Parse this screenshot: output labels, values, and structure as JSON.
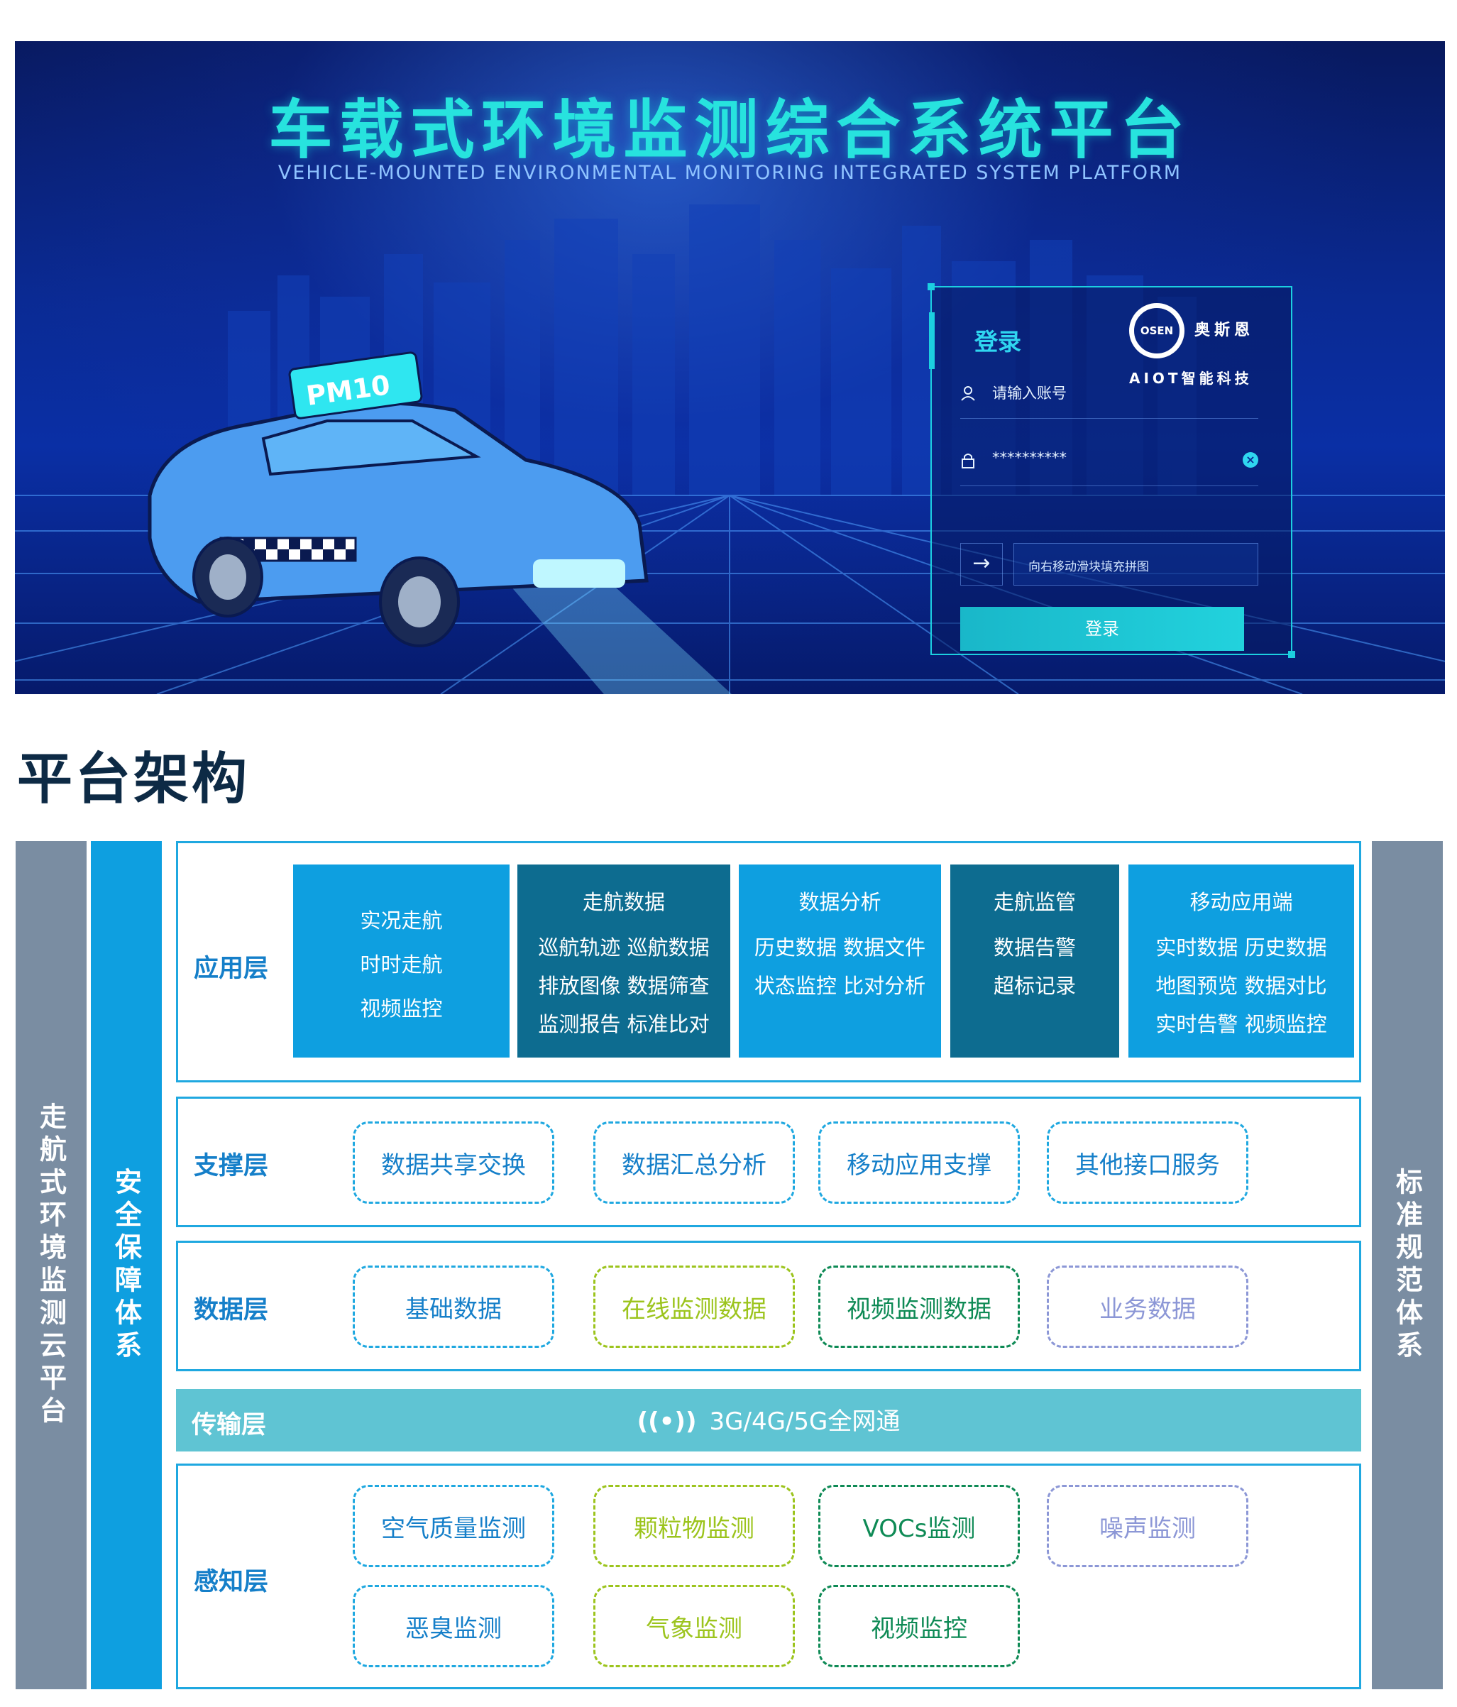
{
  "banner": {
    "title": "车载式环境监测综合系统平台",
    "subtitle": "VEHICLE-MOUNTED ENVIRONMENTAL MONITORING INTEGRATED SYSTEM PLATFORM",
    "car_sign": "PM10",
    "login": {
      "heading": "登录",
      "logo_text": "OSEN",
      "brand_cn": "奥斯恩",
      "brand_en": "AIOT智能科技",
      "account_placeholder": "请输入账号",
      "password_value": "**********",
      "slider_hint": "向右移动滑块填充拼图",
      "submit_label": "登录"
    }
  },
  "section_title": "平台架构",
  "side_bars": {
    "left_outer": "走航式环境监测云平台",
    "left_inner": "安全保障体系",
    "right": "标准规范体系"
  },
  "layers": {
    "application": {
      "label": "应用层",
      "cards": [
        {
          "title": "",
          "items": [
            "实况走航",
            "时时走航",
            "视频监控"
          ]
        },
        {
          "title": "走航数据",
          "items": [
            "巡航轨迹  巡航数据",
            "排放图像  数据筛查",
            "监测报告  标准比对"
          ]
        },
        {
          "title": "数据分析",
          "items": [
            "历史数据  数据文件",
            "状态监控  比对分析"
          ]
        },
        {
          "title": "走航监管",
          "items": [
            "数据告警",
            "超标记录"
          ]
        },
        {
          "title": "移动应用端",
          "items": [
            "实时数据   历史数据",
            "地图预览   数据对比",
            "实时告警   视频监控"
          ]
        }
      ]
    },
    "support": {
      "label": "支撑层",
      "items": [
        "数据共享交换",
        "数据汇总分析",
        "移动应用支撑",
        "其他接口服务"
      ]
    },
    "data": {
      "label": "数据层",
      "items": [
        "基础数据",
        "在线监测数据",
        "视频监测数据",
        "业务数据"
      ]
    },
    "transport": {
      "label": "传输层",
      "signal_icon": "((•))",
      "text": "3G/4G/5G全网通"
    },
    "perception": {
      "label": "感知层",
      "row1": [
        "空气质量监测",
        "颗粒物监测",
        "VOCs监测",
        "噪声监测"
      ],
      "row2": [
        "恶臭监测",
        "气象监测",
        "视频监控"
      ]
    }
  },
  "colors": {
    "blue": "#1fa8e0",
    "light_card": "#0e9fe0",
    "dark_card": "#0d6c90",
    "lime": "#9cc41d",
    "green": "#0e8a55",
    "lavender": "#8c97d6",
    "transport": "#5fc4d3",
    "side_gray": "#7a8da2"
  }
}
